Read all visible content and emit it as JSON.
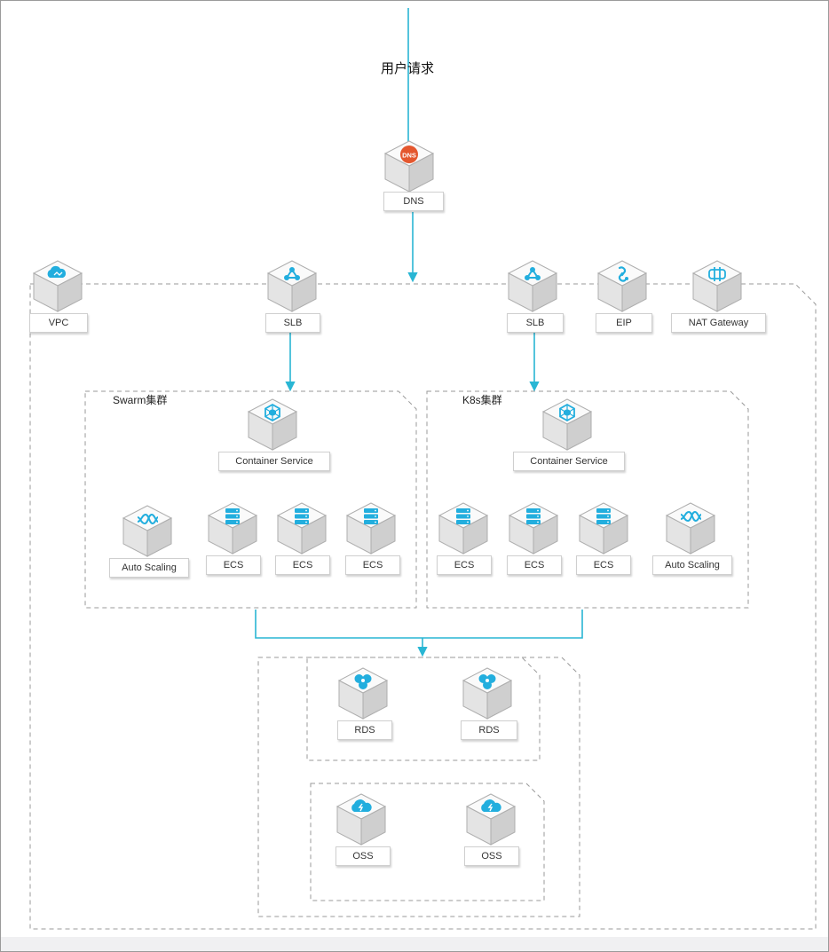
{
  "request_label": "用户请求",
  "colors": {
    "arrow": "#29b6d4",
    "icon": "#22aede",
    "dns": "#e4572e",
    "dash": "#9a9a9a"
  },
  "groups": {
    "swarm": "Swarm集群",
    "k8s": "K8s集群"
  },
  "nodes": {
    "dns": {
      "label": "DNS",
      "icon": "dns-icon"
    },
    "vpc": {
      "label": "VPC",
      "icon": "cloud-icon"
    },
    "slb1": {
      "label": "SLB",
      "icon": "load-balancer-icon"
    },
    "slb2": {
      "label": "SLB",
      "icon": "load-balancer-icon"
    },
    "eip": {
      "label": "EIP",
      "icon": "link-icon"
    },
    "nat": {
      "label": "NAT Gateway",
      "icon": "nat-gateway-icon"
    },
    "cs1": {
      "label": "Container Service",
      "icon": "container-icon"
    },
    "cs2": {
      "label": "Container Service",
      "icon": "container-icon"
    },
    "as1": {
      "label": "Auto Scaling",
      "icon": "wave-icon"
    },
    "ecs1": {
      "label": "ECS",
      "icon": "server-icon"
    },
    "ecs2": {
      "label": "ECS",
      "icon": "server-icon"
    },
    "ecs3": {
      "label": "ECS",
      "icon": "server-icon"
    },
    "ecs4": {
      "label": "ECS",
      "icon": "server-icon"
    },
    "ecs5": {
      "label": "ECS",
      "icon": "server-icon"
    },
    "ecs6": {
      "label": "ECS",
      "icon": "server-icon"
    },
    "as2": {
      "label": "Auto Scaling",
      "icon": "wave-icon"
    },
    "rds1": {
      "label": "RDS",
      "icon": "database-icon"
    },
    "rds2": {
      "label": "RDS",
      "icon": "database-icon"
    },
    "oss1": {
      "label": "OSS",
      "icon": "storage-icon"
    },
    "oss2": {
      "label": "OSS",
      "icon": "storage-icon"
    }
  }
}
